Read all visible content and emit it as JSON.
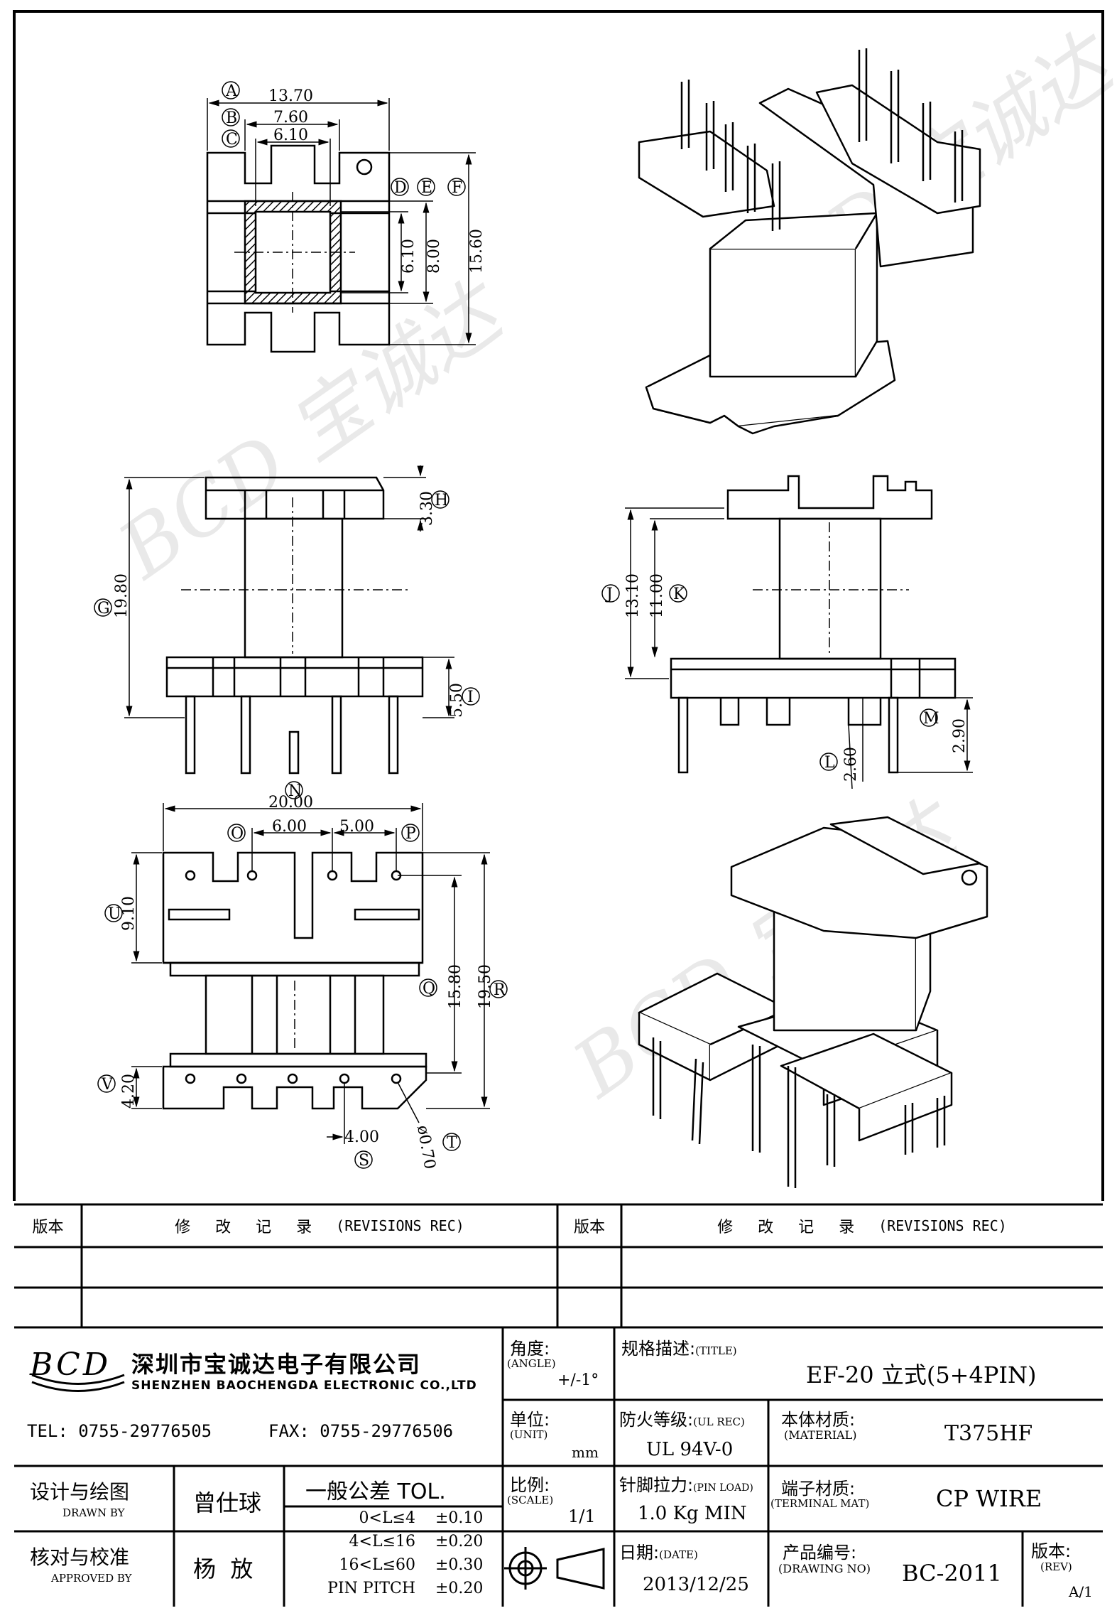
{
  "views": {
    "top": {
      "labels": {
        "A": "A",
        "B": "B",
        "C": "C",
        "D": "D",
        "E": "E",
        "F": "F"
      },
      "dims": {
        "a": "13.70",
        "b": "7.60",
        "c": "6.10",
        "d": "6.10",
        "e": "8.00",
        "f": "15.60"
      }
    },
    "front": {
      "labels": {
        "G": "G",
        "H": "H",
        "I": "I"
      },
      "dims": {
        "g": "19.80",
        "h": "3.30",
        "i": "5.50"
      }
    },
    "side": {
      "labels": {
        "J": "J",
        "K": "K",
        "L": "L",
        "M": "M"
      },
      "dims": {
        "j": "13.10",
        "k": "11.00",
        "l": "2.60",
        "m": "2.90"
      }
    },
    "bottom": {
      "labels": {
        "N": "N",
        "O": "O",
        "P": "P",
        "Q": "Q",
        "R": "R",
        "S": "S",
        "T": "T",
        "U": "U",
        "V": "V"
      },
      "dims": {
        "n": "20.00",
        "o": "6.00",
        "p": "5.00",
        "q": "15.80",
        "r": "19.50",
        "s": "4.00",
        "t": "ø0.70",
        "u": "9.10",
        "v": "4.20"
      }
    }
  },
  "revisions": {
    "rev_label": "版本",
    "record_label": "修 改 记 录",
    "record_en": "(REVISIONS REC)"
  },
  "company": {
    "logo": "BCD",
    "name_cn": "深圳市宝诚达电子有限公司",
    "name_en": "SHENZHEN BAOCHENGDA ELECTRONIC CO.,LTD",
    "tel": "TEL: 0755-29776505",
    "fax": "FAX: 0755-29776506"
  },
  "titleblock": {
    "angle_label": "角度:",
    "angle_en": "(ANGLE)",
    "angle_value": "+/-1°",
    "title_label": "规格描述:",
    "title_en": "(TITLE)",
    "title_value": "EF-20 立式(5+4PIN)",
    "unit_label": "单位:",
    "unit_en": "(UNIT)",
    "unit_value": "mm",
    "ul_label": "防火等级:",
    "ul_en": "(UL REC)",
    "ul_value": "UL 94V-0",
    "material_label": "本体材质:",
    "material_en": "(MATERIAL)",
    "material_value": "T375HF",
    "scale_label": "比例:",
    "scale_en": "(SCALE)",
    "scale_value": "1/1",
    "pinload_label": "针脚拉力:",
    "pinload_en": "(PIN LOAD)",
    "pinload_value": "1.0 Kg MIN",
    "terminal_label": "端子材质:",
    "terminal_en": "(TERMINAL MAT)",
    "terminal_value": "CP WIRE",
    "date_label": "日期:",
    "date_en": "(DATE)",
    "date_value": "2013/12/25",
    "drawing_label": "产品编号:",
    "drawing_en": "(DRAWING NO)",
    "drawing_value": "BC-2011",
    "rev_label": "版本:",
    "rev_en": "(REV)",
    "rev_value": "A/1",
    "drawn_label": "设计与绘图",
    "drawn_en": "DRAWN BY",
    "drawn_value": "曾仕球",
    "approved_label": "核对与校准",
    "approved_en": "APPROVED BY",
    "approved_value": "杨  放",
    "tol_title": "一般公差 TOL.",
    "tol_rows": [
      {
        "range": "0<L≤4",
        "tol": "±0.10"
      },
      {
        "range": "4<L≤16",
        "tol": "±0.20"
      },
      {
        "range": "16<L≤60",
        "tol": "±0.30"
      },
      {
        "range": "PIN PITCH",
        "tol": "±0.20"
      }
    ]
  }
}
